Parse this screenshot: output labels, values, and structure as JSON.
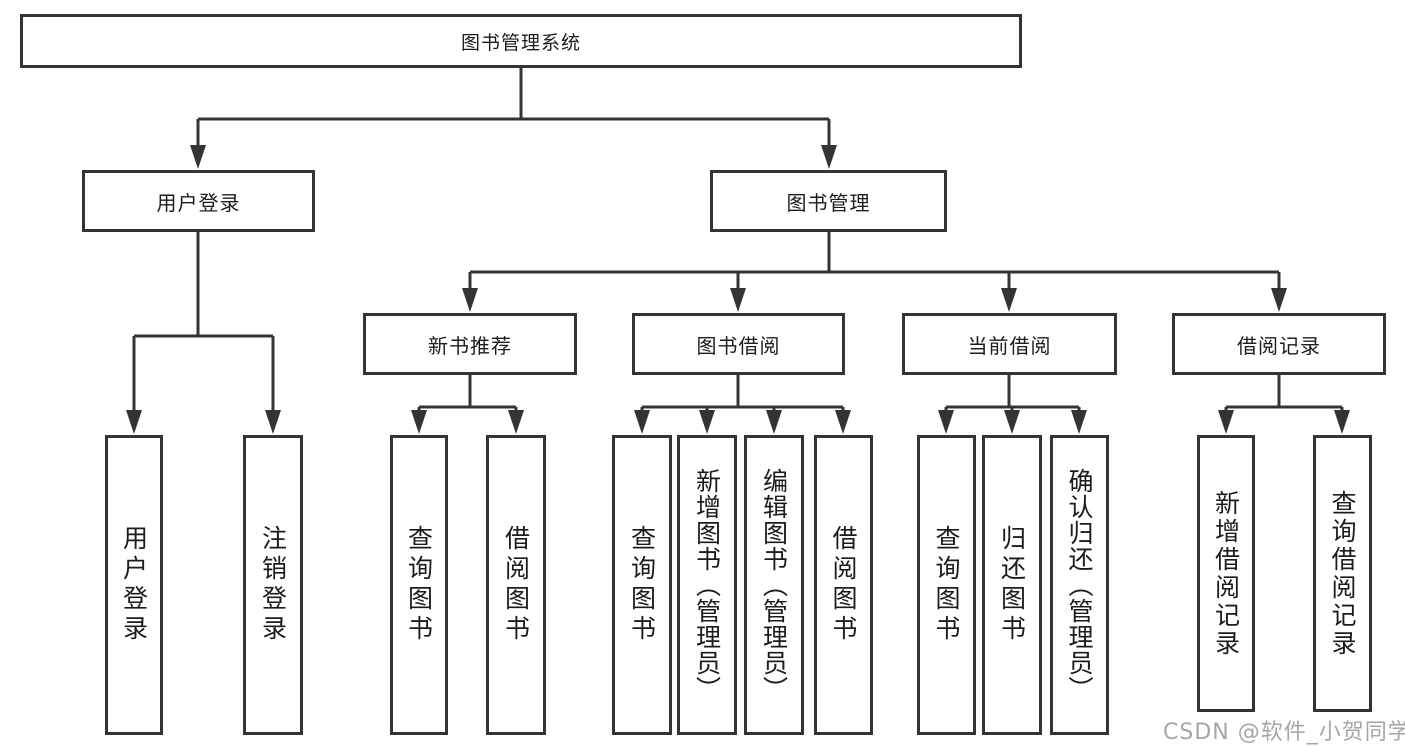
{
  "tree": {
    "root": {
      "label": "图书管理系统"
    },
    "level2": [
      {
        "label": "用户登录"
      },
      {
        "label": "图书管理"
      }
    ],
    "level3": [
      {
        "label": "新书推荐"
      },
      {
        "label": "图书借阅"
      },
      {
        "label": "当前借阅"
      },
      {
        "label": "借阅记录"
      }
    ],
    "leaves": {
      "user_login": [
        {
          "label": "用户登录"
        },
        {
          "label": "注销登录"
        }
      ],
      "new_book": [
        {
          "label": "查询图书"
        },
        {
          "label": "借阅图书"
        }
      ],
      "book_borrow": [
        {
          "label": "查询图书"
        },
        {
          "label": "新增图书（管理员）"
        },
        {
          "label": "编辑图书（管理员）"
        },
        {
          "label": "借阅图书"
        }
      ],
      "current_borrow": [
        {
          "label": "查询图书"
        },
        {
          "label": "归还图书"
        },
        {
          "label": "确认归还（管理员）"
        }
      ],
      "borrow_records": [
        {
          "label": "新增借阅记录"
        },
        {
          "label": "查询借阅记录"
        }
      ]
    }
  },
  "watermark": {
    "text": "CSDN @软件_小贺同学"
  },
  "colors": {
    "line": "#343434",
    "node_border": "#343434",
    "node_text": "#1c1c1c",
    "background": "#ffffff",
    "watermark": "#a6a6a6"
  }
}
